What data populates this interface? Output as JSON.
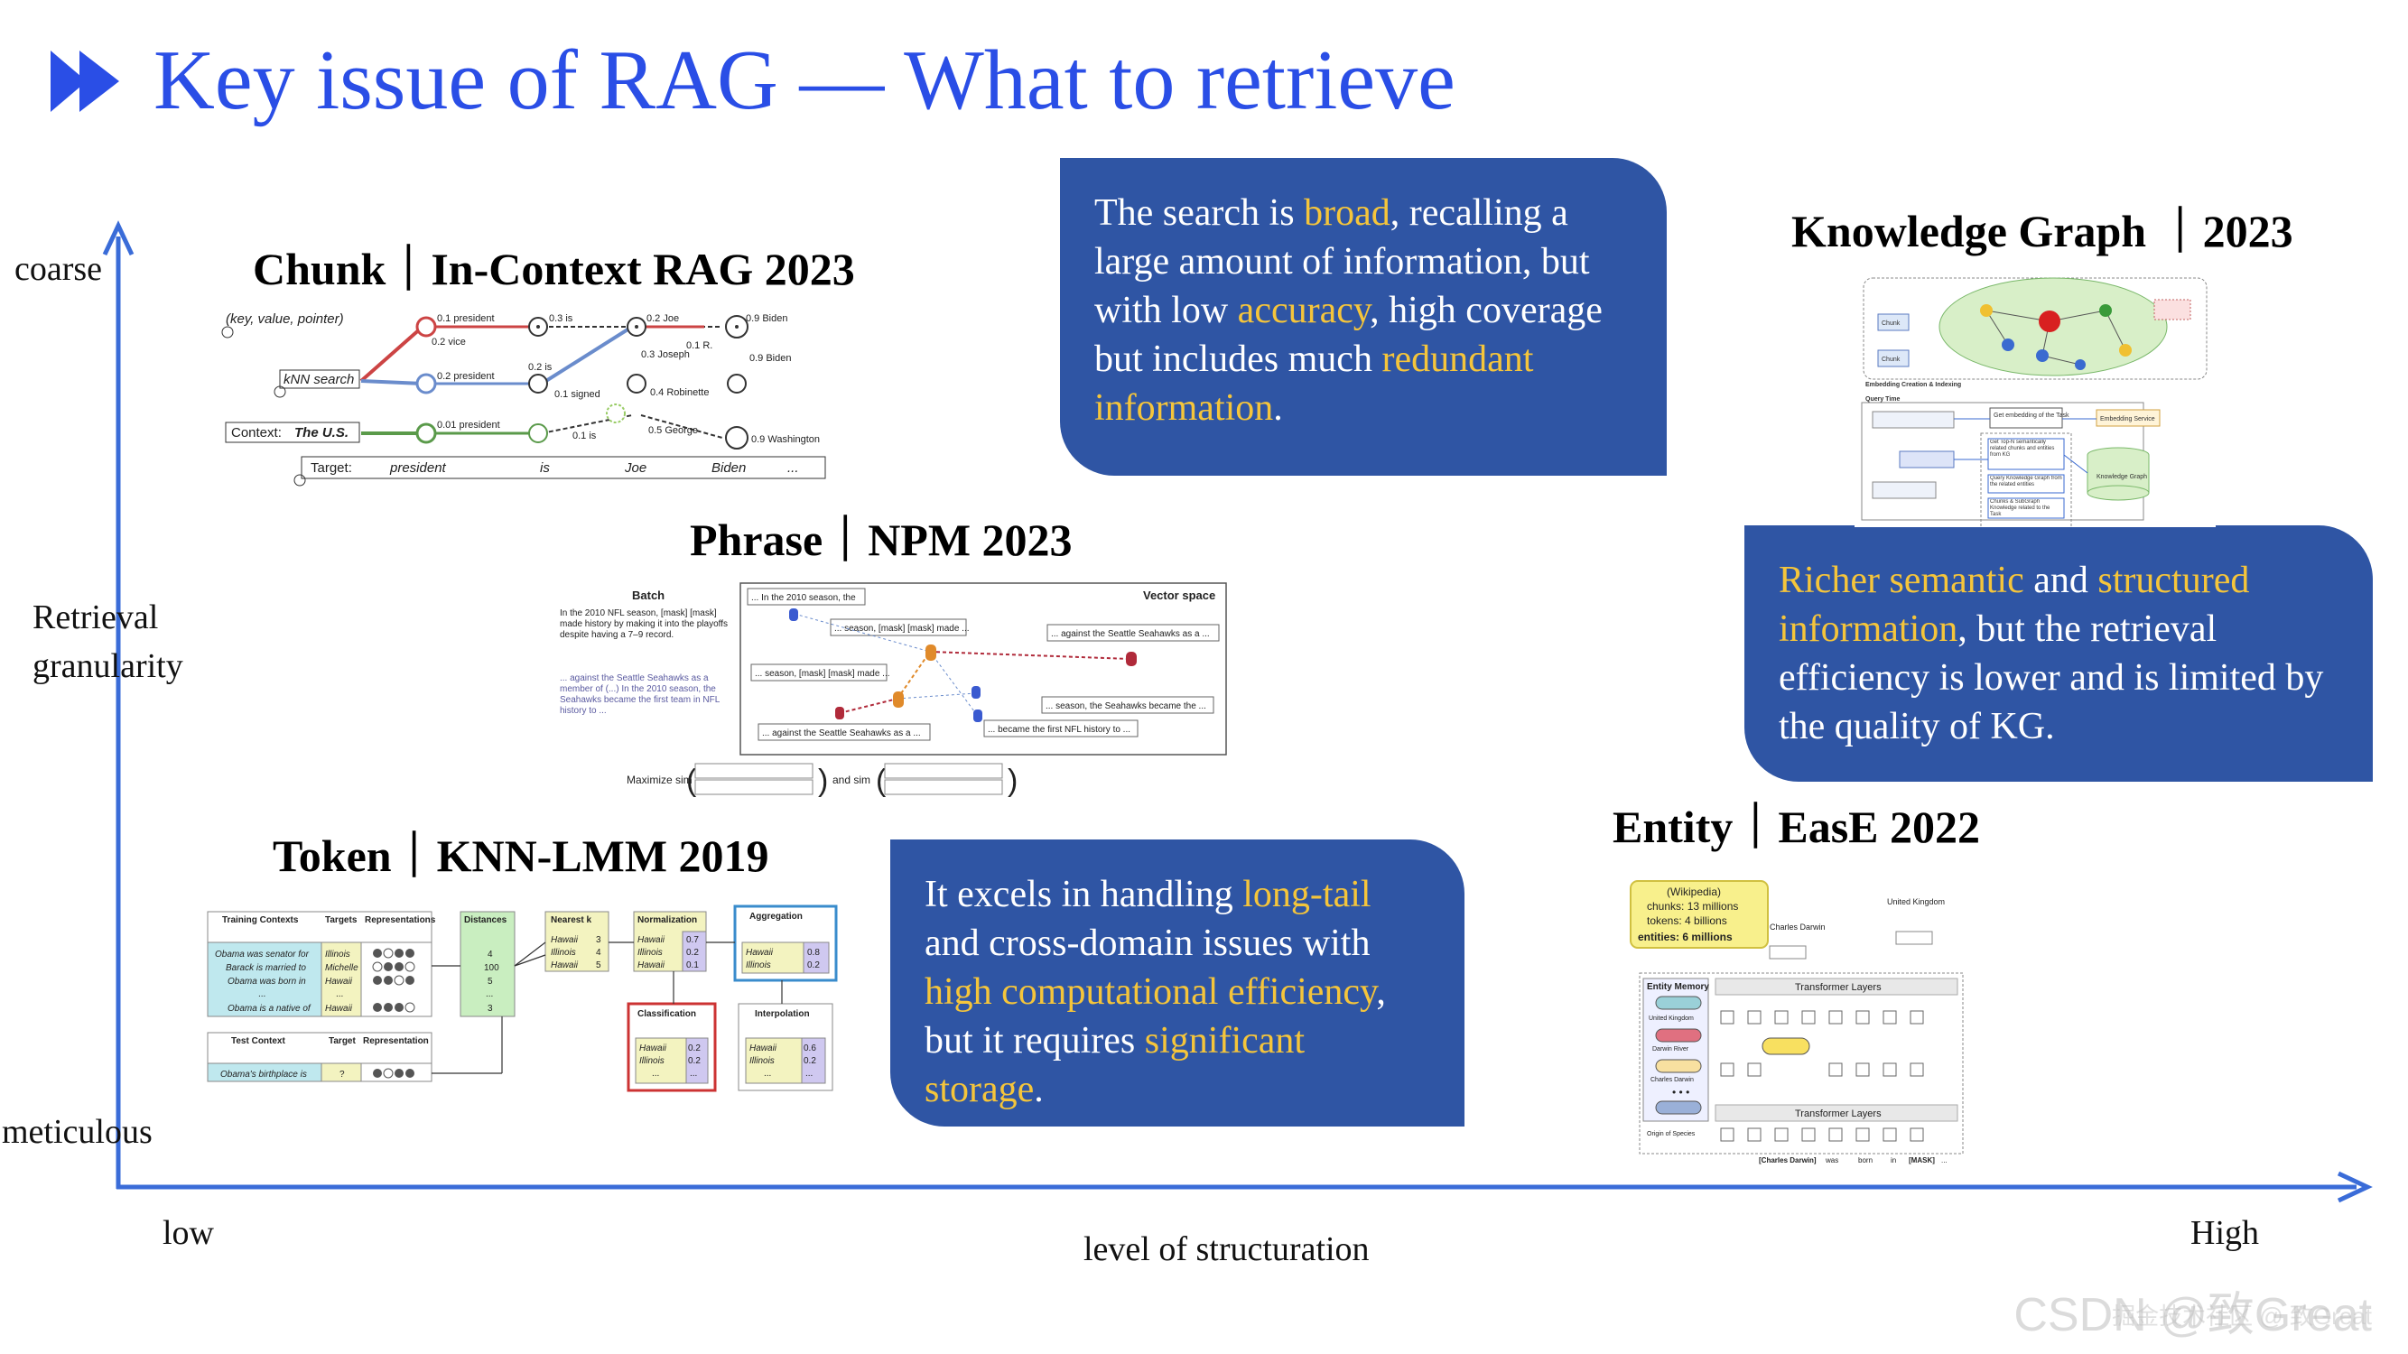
{
  "title": "Key issue of RAG — What to retrieve",
  "axes": {
    "y_top": "coarse",
    "y_bottom": "meticulous",
    "y_title_line1": "Retrieval",
    "y_title_line2": "granularity",
    "x_left": "low",
    "x_right": "High",
    "x_title": "level of structuration"
  },
  "sections": {
    "chunk": "Chunk｜In-Context RAG 2023",
    "phrase": "Phrase｜NPM 2023",
    "token": "Token｜KNN-LMM 2019",
    "kg": "Knowledge Graph ｜2023",
    "entity": "Entity｜EasE 2022"
  },
  "bubbles": {
    "chunk": {
      "p1": "The search is ",
      "h1": "broad",
      "p2": ", recalling a large amount of information, but with low ",
      "h2": "accuracy",
      "p3": ", high coverage but includes much ",
      "h3": "redundant information",
      "p4": "."
    },
    "kg": {
      "h1": "Richer semantic",
      "p1": " and ",
      "h2": "structured information",
      "p2": ", but the retrieval efficiency is lower and is limited by the quality of KG."
    },
    "token": {
      "p1": "It excels in handling ",
      "h1": "long-tail",
      "p2": " and cross-domain issues with ",
      "h2": "high computational efficiency",
      "p3": ", but it requires ",
      "h3": "significant storage",
      "p4": "."
    }
  },
  "chunk_fig": {
    "kv": "(key, value, pointer)",
    "knn": "kNN search",
    "context_label": "Context:",
    "context_value": "The U.S.",
    "target_label": "Target:",
    "targets": [
      "president",
      "is",
      "Joe",
      "Biden",
      "..."
    ],
    "edges": [
      "0.1 president",
      "0.3 is",
      "0.2 Joe",
      "0.9 Biden",
      "0.2 vice",
      "0.2 president",
      "0.2 is",
      "0.1 signed",
      "0.3 Joseph",
      "0.1 R.",
      "0.4 Robinette",
      "0.9 Biden",
      "0.01 president",
      "0.1 is",
      "0.5 George",
      "0.9 Washington"
    ]
  },
  "phrase_fig": {
    "batch": "Batch",
    "vector_space": "Vector space",
    "batch_text_1": "In the 2010 NFL season, [mask] [mask] made history by making it into the playoffs despite having a 7–9 record.",
    "batch_text_2": "... against the Seattle Seahawks as a member of (...) In the 2010 season, the Seahawks became the first team in NFL history to ...",
    "chips": [
      "... In the 2010 season, the",
      "... season, [mask] [mask] made ...",
      "... against the Seattle Seahawks as a ...",
      "... season, [mask] [mask] made ...",
      "... season, the Seahawks became the ...",
      "... against the Seattle Seahawks as a ...",
      "... became the first NFL history to ..."
    ],
    "maximize": "Maximize sim",
    "and_sim": "and sim"
  },
  "token_fig": {
    "headers": [
      "Training Contexts",
      "Targets",
      "Representations",
      "Distances",
      "Nearest k",
      "Normalization",
      "Aggregation"
    ],
    "contexts": [
      "Obama was senator for",
      "Barack is married to",
      "Obama was born in",
      "...",
      "Obama is a native of"
    ],
    "targets": [
      "Illinois",
      "Michelle",
      "Hawaii",
      "...",
      "Hawaii"
    ],
    "distances": [
      "4",
      "100",
      "5",
      "...",
      "3"
    ],
    "nearest": [
      [
        "Hawaii",
        "3"
      ],
      [
        "Illinois",
        "4"
      ],
      [
        "Hawaii",
        "5"
      ]
    ],
    "normalization": [
      [
        "Hawaii",
        "0.7"
      ],
      [
        "Illinois",
        "0.2"
      ],
      [
        "Hawaii",
        "0.1"
      ]
    ],
    "aggregation": [
      [
        "Hawaii",
        "0.8"
      ],
      [
        "Illinois",
        "0.2"
      ]
    ],
    "test_headers": [
      "Test Context",
      "Target",
      "Representation"
    ],
    "test_context": "Obama's birthplace is",
    "test_target": "?",
    "classification": "Classification",
    "class_rows": [
      [
        "Hawaii",
        "0.2"
      ],
      [
        "Illinois",
        "0.2"
      ],
      [
        "...",
        "..."
      ]
    ],
    "interpolation": "Interpolation",
    "interp_rows": [
      [
        "Hawaii",
        "0.6"
      ],
      [
        "Illinois",
        "0.2"
      ],
      [
        "...",
        "..."
      ]
    ]
  },
  "kg_fig": {
    "section1": "Embedding Creation & Indexing",
    "section2": "Query Time",
    "chunk_label": "Chunk",
    "boxes": [
      "Get embedding of the Task",
      "Embedding Service",
      "Get Top-N semantically related chunks and entities from KG",
      "Query Knowledge Graph from the related entities",
      "Chunks & SubGraph Knowledge related to the Task",
      "Knowledge Graph"
    ]
  },
  "entity_fig": {
    "wiki": "(Wikipedia)",
    "chunks": "chunks: 13 millions",
    "tokens": "tokens: 4 billions",
    "entities": "entities: 6 millions",
    "entity_memory": "Entity Memory",
    "transformer_top": "Transformer Layers",
    "transformer_bottom": "Transformer Layers",
    "uk": "United Kingdom",
    "cd": "Charles Darwin",
    "mem_items": [
      "United Kingdom",
      "Darwin River",
      "Charles Darwin",
      "Origin of Species"
    ],
    "input_tokens": [
      "[Charles Darwin]",
      "was",
      "born",
      "in",
      "[MASK]",
      "..."
    ]
  },
  "watermark": "CSDN @致Great",
  "watermark_small": "掘金技术社区 @ 致Great",
  "colors": {
    "title": "#2a4ee6",
    "axis": "#3a6cd8",
    "bubble": "#2f55a4",
    "highlight": "#f5c53b"
  }
}
